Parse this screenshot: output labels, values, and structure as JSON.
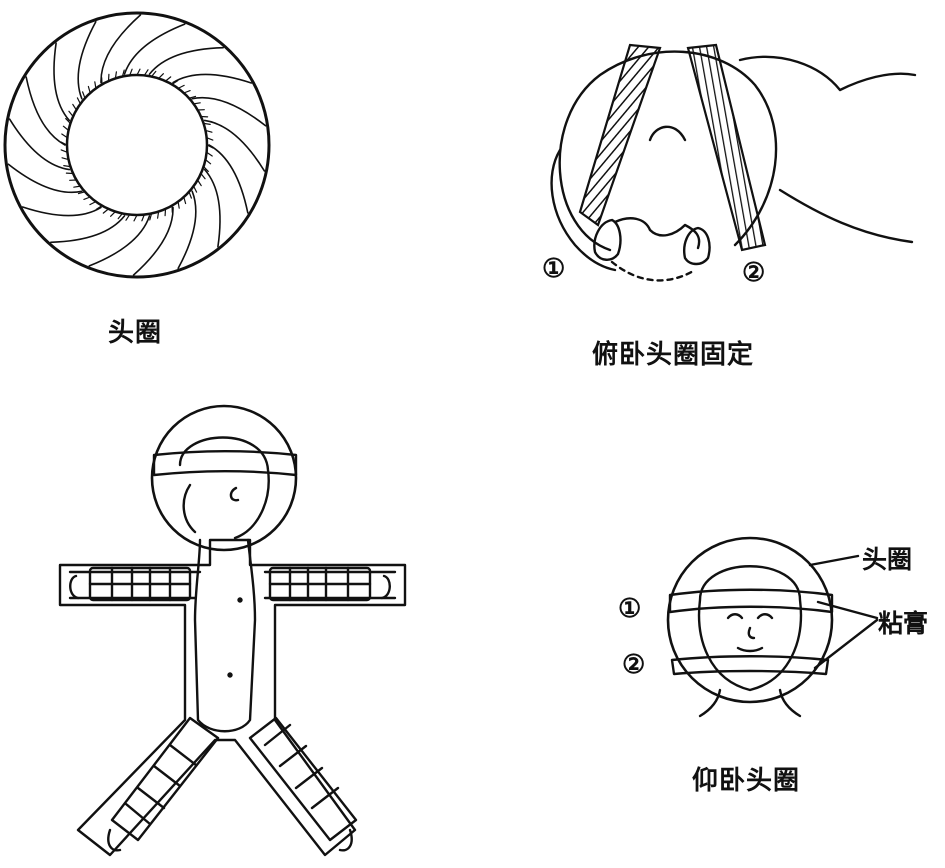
{
  "ring_figure": {
    "caption": "头圈"
  },
  "prone_figure": {
    "caption": "俯卧头圈固定",
    "marker_1": "①",
    "marker_2": "②"
  },
  "supine_figure": {
    "caption": "仰卧头圈",
    "marker_1": "①",
    "marker_2": "②",
    "callout_ring": "头圈",
    "callout_plaster": "粘膏"
  }
}
